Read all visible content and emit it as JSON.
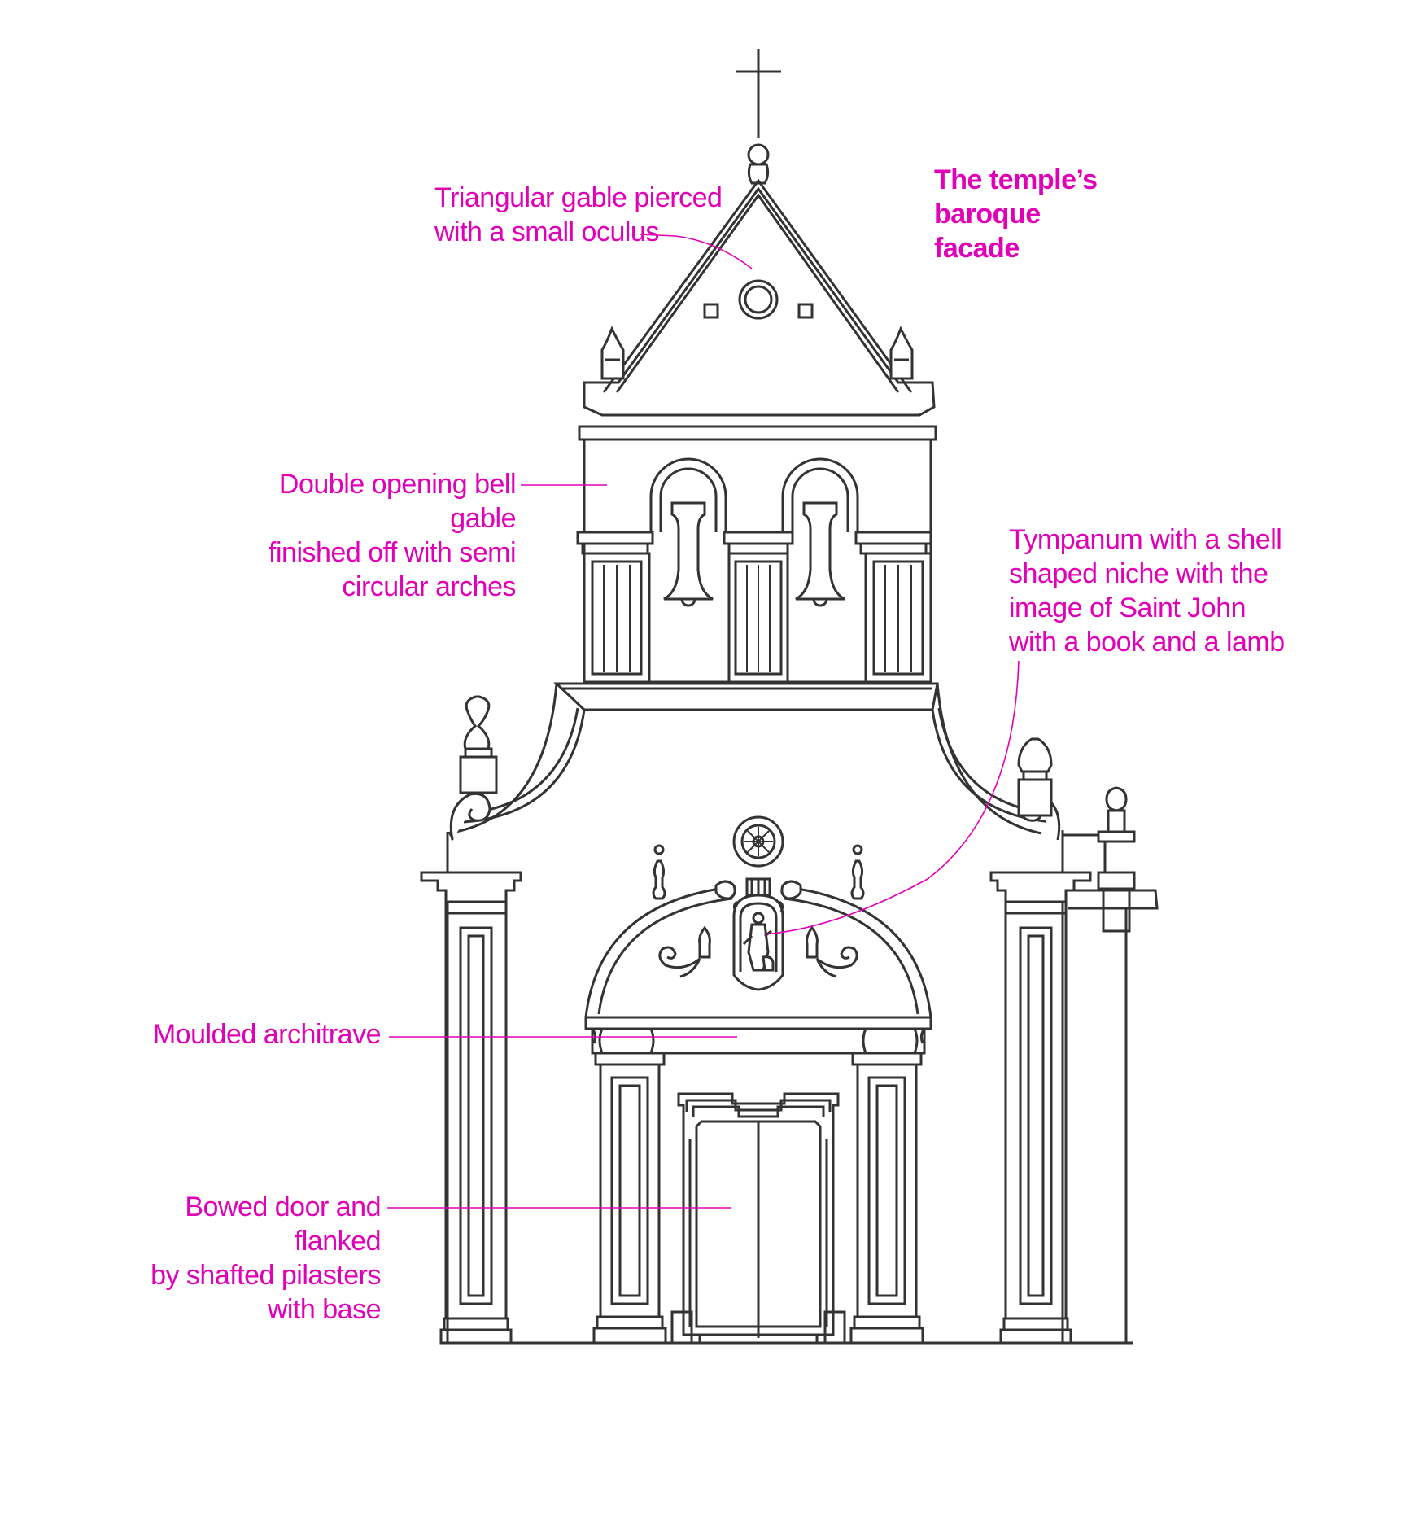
{
  "colors": {
    "accent": "#e000b8",
    "line": "#333333",
    "background": "#ffffff"
  },
  "title": "The temple’s\nbaroque\nfacade",
  "annotations": {
    "gable": "Triangular gable pierced\nwith a small oculus",
    "bell_gable": "Double opening bell gable\nfinished off with semi\ncircular arches",
    "tympanum": "Tympanum with a shell\nshaped niche with the\nimage of Saint John\nwith a book and a lamb",
    "architrave": "Moulded architrave",
    "door": "Bowed door and flanked\nby shafted pilasters\nwith base"
  }
}
